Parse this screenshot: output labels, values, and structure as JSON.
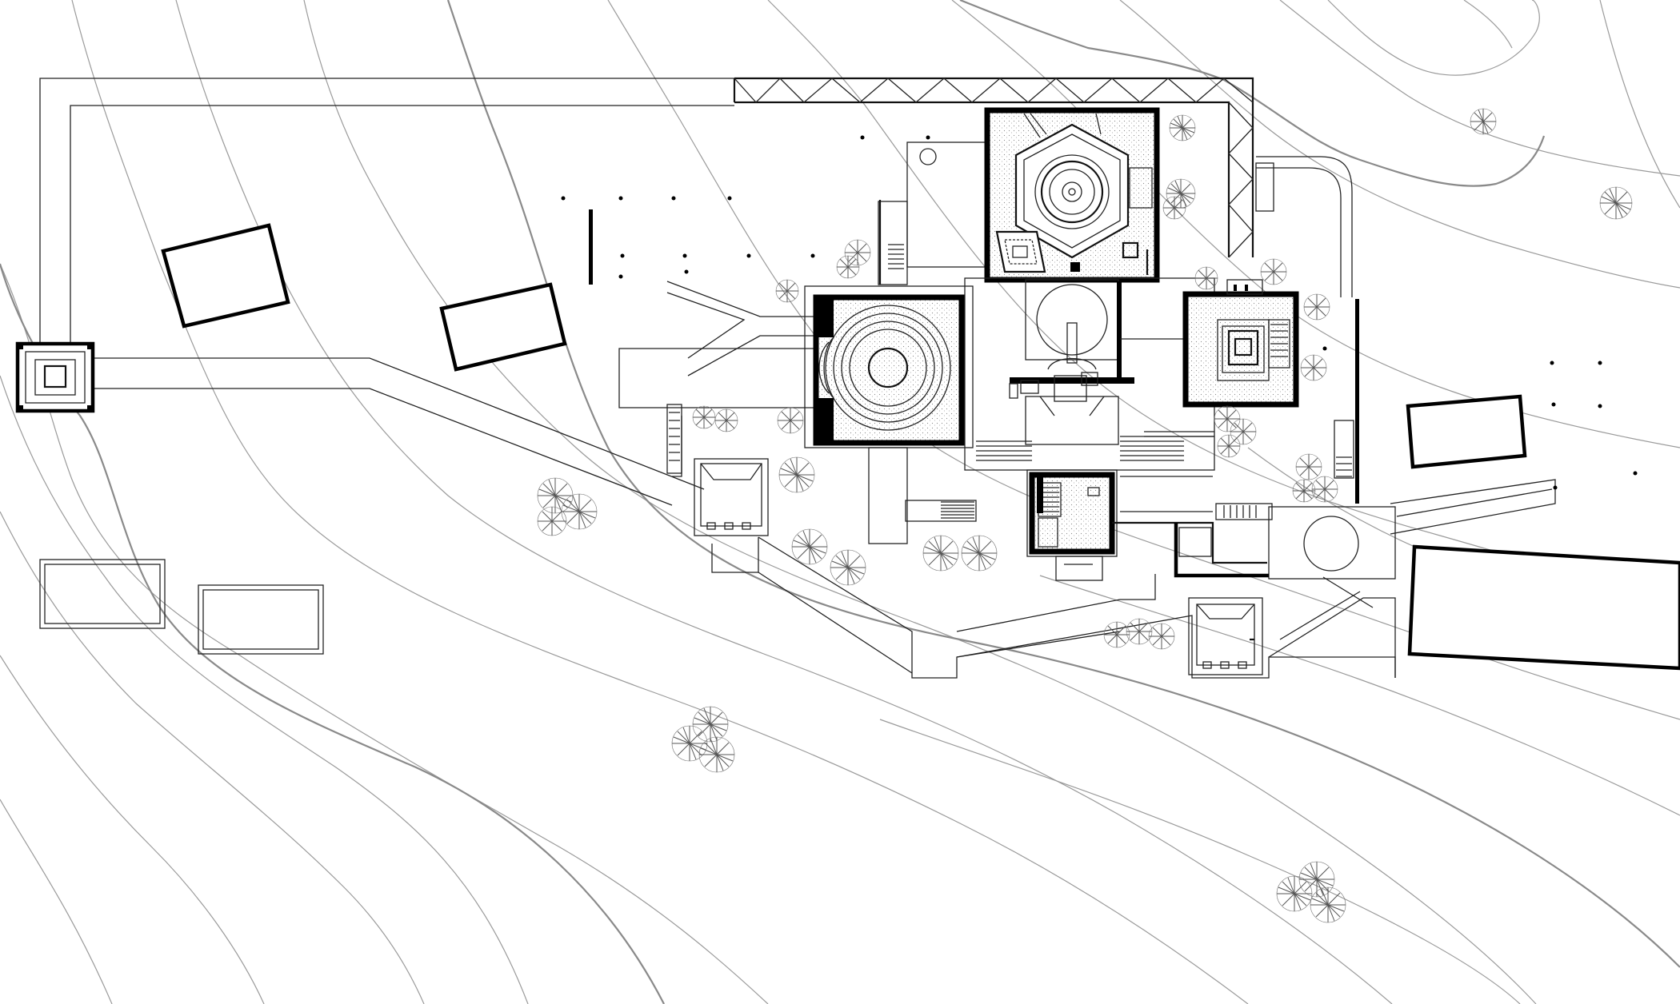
{
  "drawing": {
    "type": "architectural-site-plan",
    "line_color": "#000000",
    "contour_color": "#8a8a8a",
    "background": "#ffffff"
  },
  "elements": {
    "contours": "topographic-contour-lines",
    "paths": "site-walkways",
    "buildings": [
      "gate-pavilion",
      "circular-hall",
      "hexagonal-court-building",
      "square-pavilion-east",
      "central-fountain-court",
      "small-stair-tower",
      "east-round-plaza"
    ],
    "trees": "tree-symbols",
    "bridge": "truss-bridge"
  }
}
